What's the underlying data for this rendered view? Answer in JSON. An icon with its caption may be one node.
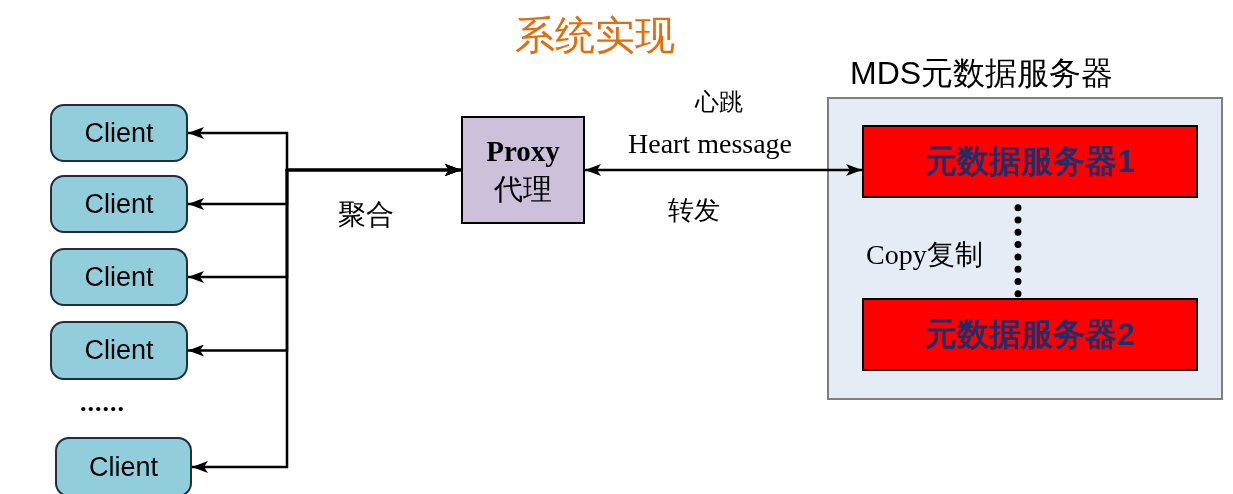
{
  "diagram": {
    "title": "系统实现",
    "nodes": [
      {
        "text": [
          "Client"
        ]
      },
      {
        "text": [
          "Client"
        ]
      },
      {
        "text": [
          "Client"
        ]
      },
      {
        "text": [
          "Client"
        ]
      },
      {
        "text": [
          "Client"
        ]
      },
      {
        "text": [
          "Proxy",
          "代理"
        ]
      },
      {
        "text": [
          "MDS元数据服务器"
        ]
      },
      {
        "text": [
          "元数据服务器1"
        ],
        "in": 6
      },
      {
        "text": [
          "元数据服务器2"
        ],
        "in": 6
      }
    ],
    "edges": [
      {
        "from": 0,
        "to": 5,
        "arrow": "both",
        "label": "聚合"
      },
      {
        "from": 1,
        "to": 5,
        "arrow": "both"
      },
      {
        "from": 2,
        "to": 5,
        "arrow": "both"
      },
      {
        "from": 3,
        "to": 5,
        "arrow": "both"
      },
      {
        "from": 4,
        "to": 5,
        "arrow": "both"
      },
      {
        "from": 5,
        "to": 7,
        "arrow": "both",
        "label": "Heart message"
      },
      {
        "from": 7,
        "to": 8,
        "arrow": "none",
        "style": "dashed",
        "label": "Copy复制"
      }
    ],
    "labels": [
      "心跳",
      "转发",
      "......"
    ]
  }
}
